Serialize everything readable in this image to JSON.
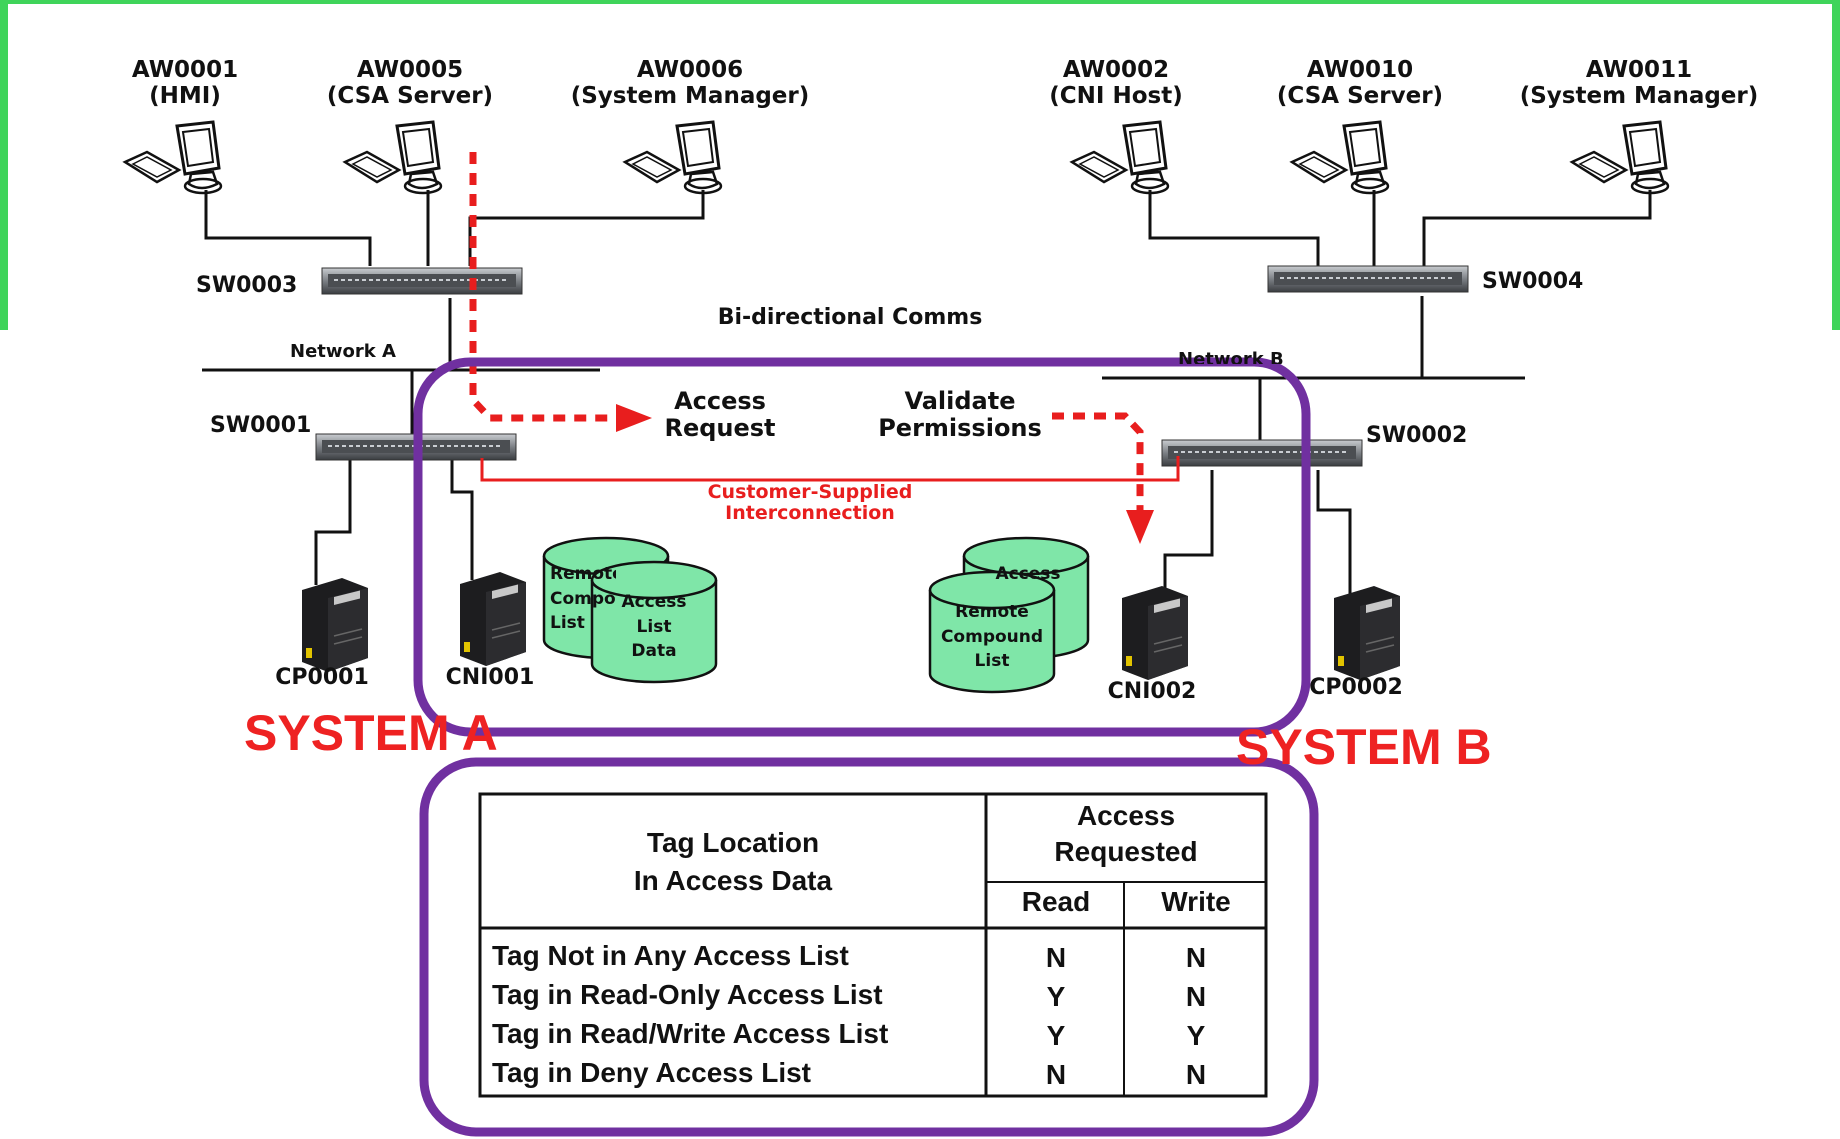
{
  "workstations_a": [
    {
      "name": "AW0001",
      "role": "(HMI)"
    },
    {
      "name": "AW0005",
      "role": "(CSA Server)"
    },
    {
      "name": "AW0006",
      "role": "(System Manager)"
    }
  ],
  "workstations_b": [
    {
      "name": "AW0002",
      "role": "(CNI Host)"
    },
    {
      "name": "AW0010",
      "role": "(CSA Server)"
    },
    {
      "name": "AW0011",
      "role": "(System Manager)"
    }
  ],
  "switches": {
    "sw0003": "SW0003",
    "sw0004": "SW0004",
    "sw0001": "SW0001",
    "sw0002": "SW0002"
  },
  "networks": {
    "a": "Network A",
    "b": "Network B"
  },
  "comms_label": "Bi-directional Comms",
  "access_request": "Access\nRequest",
  "validate_permissions": "Validate\nPermissions",
  "interconnection": "Customer-Supplied\nInterconnection",
  "databases": {
    "a_back": "Remote\nCompound\nList",
    "a_front": "Access\nList\nData",
    "b_back": "Access\nList\nData",
    "b_front": "Remote\nCompound\nList"
  },
  "controllers": {
    "cp0001": "CP0001",
    "cni001": "CNI001",
    "cni002": "CNI002",
    "cp0002": "CP0002"
  },
  "systems": {
    "a": "SYSTEM A",
    "b": "SYSTEM B"
  },
  "colors": {
    "purple": "#7030a0",
    "red": "#e81e1e",
    "db_green": "#7fe6a8",
    "border_green": "#3fd45a"
  },
  "table": {
    "header_left": "Tag Location\nIn Access Data",
    "header_group": "Access\nRequested",
    "col_read": "Read",
    "col_write": "Write",
    "rows": [
      {
        "label": "Tag Not in Any Access List",
        "read": "N",
        "write": "N"
      },
      {
        "label": "Tag in Read-Only Access List",
        "read": "Y",
        "write": "N"
      },
      {
        "label": "Tag in Read/Write Access List",
        "read": "Y",
        "write": "Y"
      },
      {
        "label": "Tag in Deny Access List",
        "read": "N",
        "write": "N"
      }
    ]
  }
}
